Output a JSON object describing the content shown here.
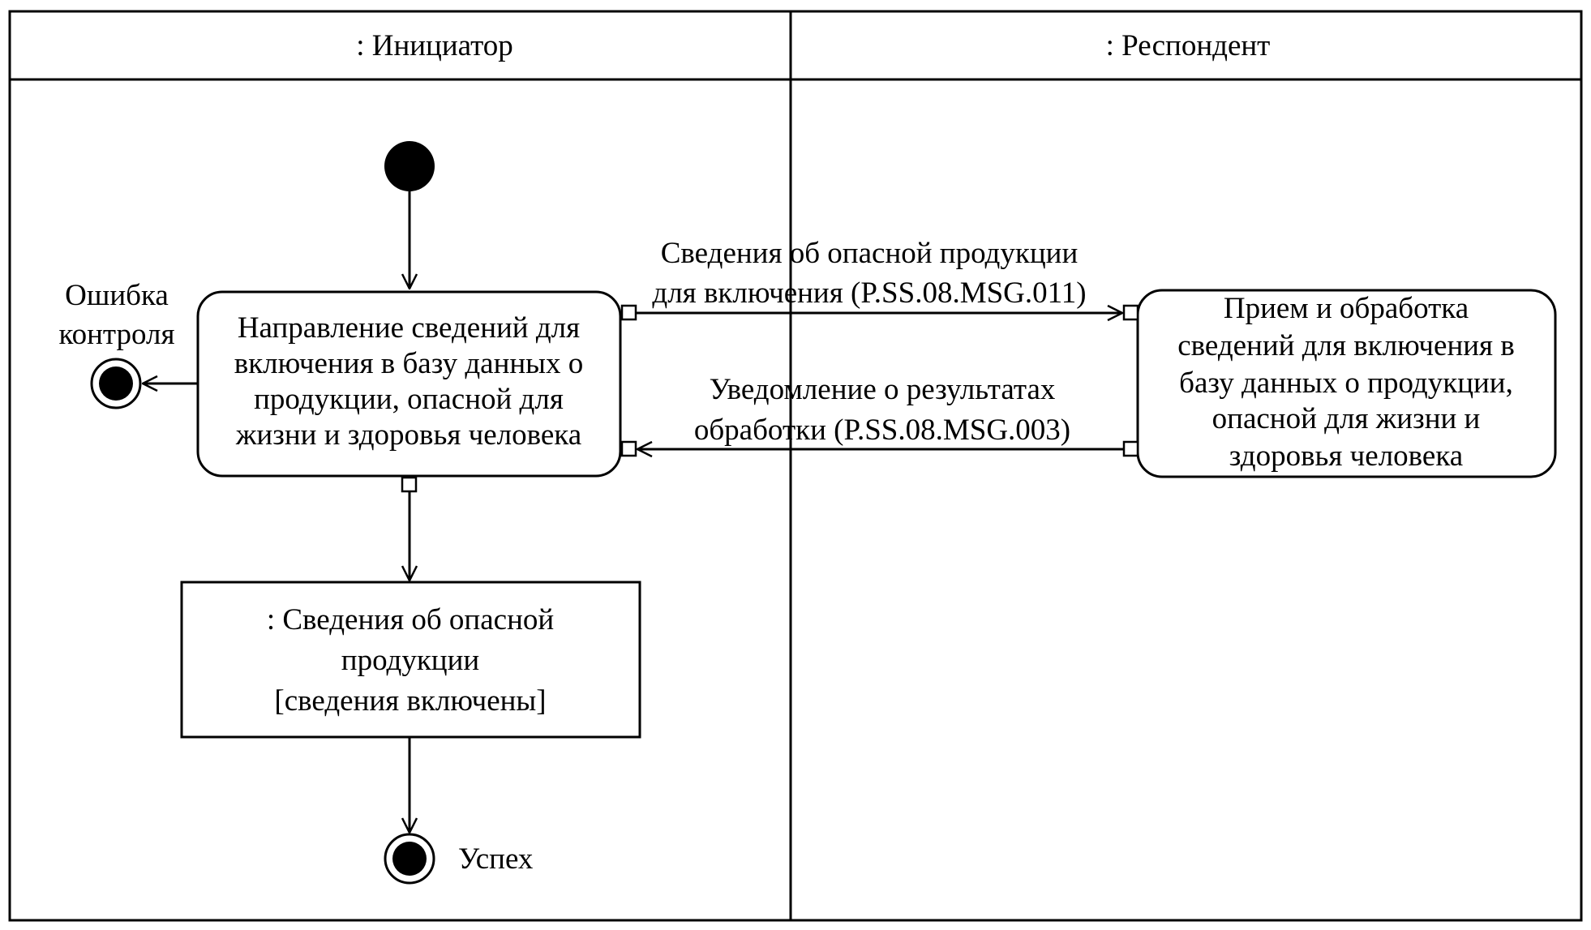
{
  "lanes": {
    "initiator": ": Инициатор",
    "respondent": ": Респондент"
  },
  "nodes": {
    "send_action": {
      "line1": "Направление сведений для",
      "line2": "включения в базу данных о",
      "line3": "продукции, опасной для",
      "line4": "жизни и здоровья человека"
    },
    "receive_action": {
      "line1": "Прием и обработка",
      "line2": "сведений для включения в",
      "line3": "базу данных о продукции,",
      "line4": "опасной для жизни и",
      "line5": "здоровья человека"
    },
    "object_node": {
      "line1": ": Сведения об опасной",
      "line2": "продукции",
      "line3": "[сведения включены]"
    }
  },
  "flows": {
    "request": {
      "line1": "Сведения об опасной продукции",
      "line2": "для включения (P.SS.08.MSG.011)"
    },
    "response": {
      "line1": "Уведомление о результатах",
      "line2": "обработки (P.SS.08.MSG.003)"
    }
  },
  "final_states": {
    "error": {
      "line1": "Ошибка",
      "line2": "контроля"
    },
    "success": "Успех"
  },
  "colors": {
    "stroke": "#000000",
    "fill": "#ffffff"
  }
}
